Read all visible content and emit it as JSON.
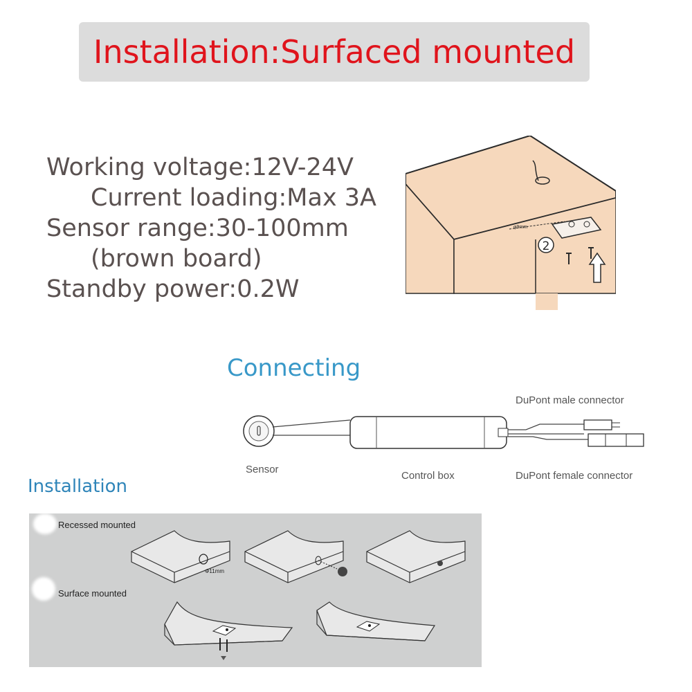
{
  "title": "Installation:Surfaced mounted",
  "specs": {
    "working_voltage": "Working voltage:12V-24V",
    "current_loading": "Current loading:Max 3A",
    "sensor_range": "Sensor range:30-100mm",
    "sensor_range_note": "(brown board)",
    "standby_power": "Standby power:0.2W"
  },
  "cabinet": {
    "step_number": "2",
    "dimension_label": "φ9mm"
  },
  "connecting": {
    "heading": "Connecting",
    "male_connector": "DuPont male connector",
    "female_connector": "DuPont female connector",
    "sensor": "Sensor",
    "control_box": "Control box"
  },
  "installation": {
    "heading": "Installation",
    "recessed_label": "Recessed mounted",
    "surface_label": "Surface mounted",
    "hole_size": "Φ11mm"
  },
  "colors": {
    "title_red": "#e0141c",
    "banner_gray": "#dcdcdc",
    "heading_blue": "#3898c8",
    "cabinet_wood": "#f6d8bc",
    "panel_gray": "#cfd0d0",
    "spec_text": "#5a5150"
  }
}
